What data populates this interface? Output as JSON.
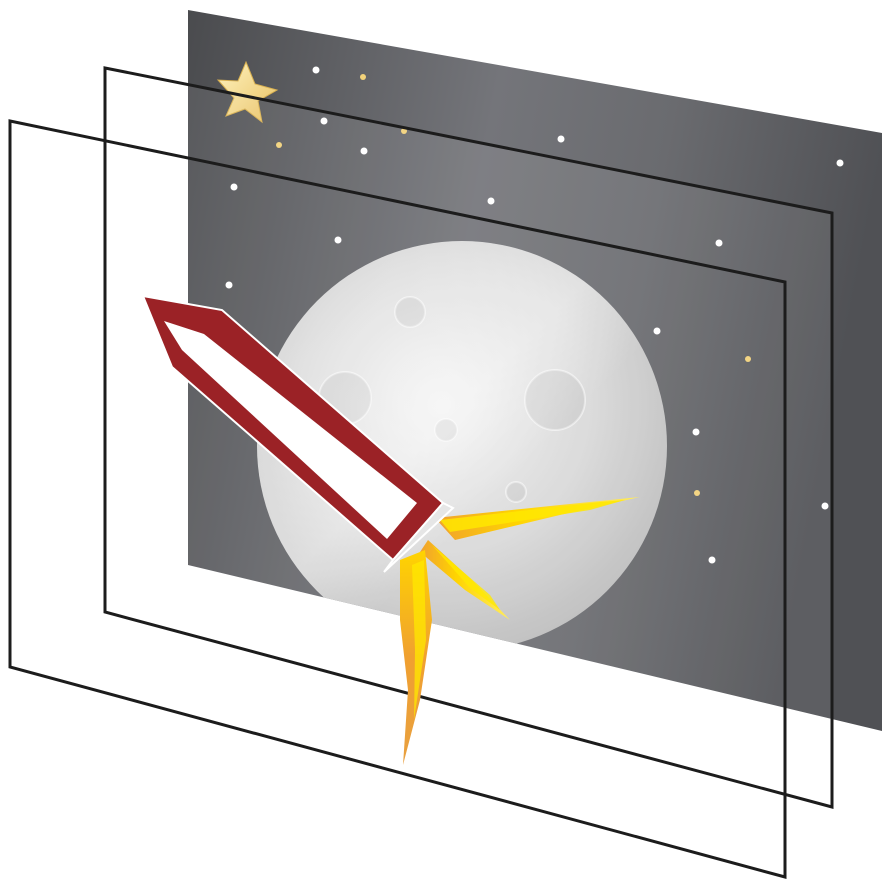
{
  "illustration": {
    "layers": [
      "back-layer-space-scene",
      "middle-layer-frame",
      "front-layer-frame"
    ],
    "icons": [
      "star-icon",
      "moon-icon",
      "rocket-icon",
      "rocket-exhaust-icon"
    ]
  },
  "colors": {
    "background": "#ffffff",
    "space_dark": "#4a4b4e",
    "space_mid": "#6e6f73",
    "moon_light": "#e9e9e9",
    "moon_mid": "#c8c8c8",
    "rocket_red": "#9b2226",
    "rocket_white": "#ffffff",
    "flame_yellow": "#ffe000",
    "flame_orange": "#f0a030",
    "star_gold": "#f2d27a",
    "frame_stroke": "#1c1c1c"
  }
}
